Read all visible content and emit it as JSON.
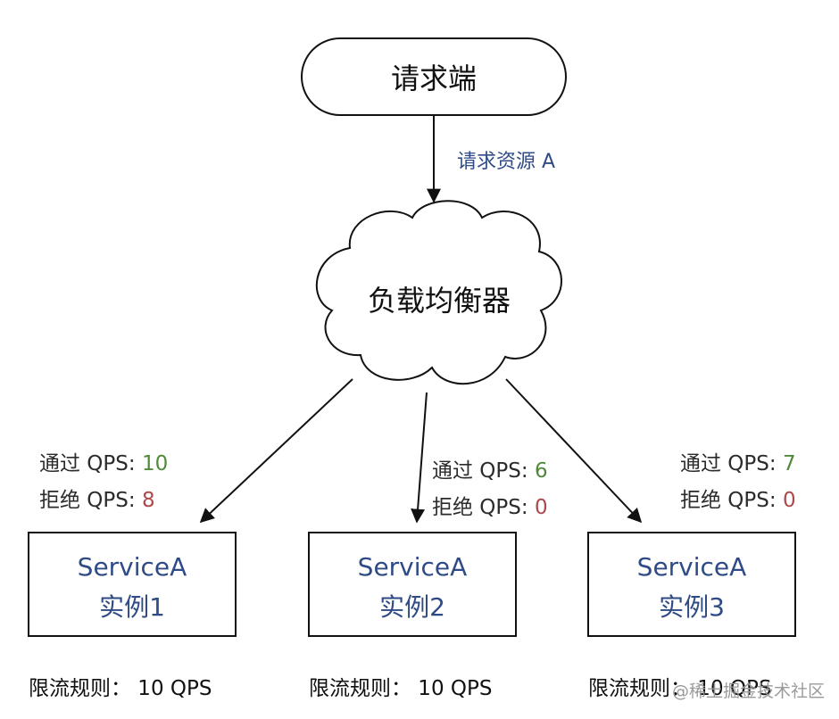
{
  "colors": {
    "stroke": "#111111",
    "label_blue": "#2f4b86",
    "pass_green": "#4f8a3a",
    "reject_red": "#b0474a",
    "watermark": "#9a9a9a"
  },
  "client": {
    "label": "请求端"
  },
  "request_edge": {
    "label": "请求资源 A"
  },
  "load_balancer": {
    "label": "负载均衡器"
  },
  "instances": [
    {
      "service": "ServiceA",
      "instance": "实例1",
      "pass_label": "通过 QPS: ",
      "pass_value": "10",
      "reject_label": "拒绝 QPS: ",
      "reject_value": "8",
      "rule": "限流规则： 10 QPS"
    },
    {
      "service": "ServiceA",
      "instance": "实例2",
      "pass_label": "通过 QPS: ",
      "pass_value": "6",
      "reject_label": "拒绝 QPS: ",
      "reject_value": "0",
      "rule": "限流规则： 10 QPS"
    },
    {
      "service": "ServiceA",
      "instance": "实例3",
      "pass_label": "通过 QPS: ",
      "pass_value": "7",
      "reject_label": "拒绝 QPS: ",
      "reject_value": "0",
      "rule": "限流规则： 10 QPS"
    }
  ],
  "watermark": {
    "text": "@稀土掘金技术社区"
  }
}
